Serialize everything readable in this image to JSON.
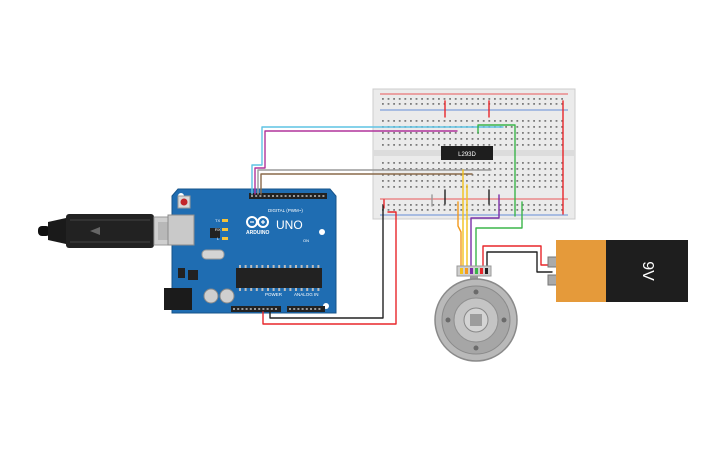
{
  "arduino": {
    "brand": "ARDUINO",
    "model": "UNO",
    "digital_label": "DIGITAL (PWM~)",
    "power_label": "POWER",
    "analog_label": "ANALOG IN",
    "tx_label": "TX",
    "rx_label": "RX",
    "l_label": "L",
    "on_label": "ON"
  },
  "ic": {
    "label": "L293D"
  },
  "battery": {
    "label": "9V"
  },
  "colors": {
    "board": "#1f6db2",
    "board_dark": "#17548a",
    "breadboard": "#ebebeb",
    "battery_orange": "#e59a3a",
    "battery_black": "#1e1e1e",
    "wire_red": "#e8262a",
    "wire_black": "#222222",
    "wire_green": "#3bb54a",
    "wire_yellow": "#f2c21b",
    "wire_orange": "#f39a1e",
    "wire_purple": "#7b2fa8",
    "wire_cyan": "#5fc3e4",
    "wire_magenta": "#b0339b",
    "wire_brown": "#8a6a4a",
    "wire_gray": "#9a9a9a"
  }
}
